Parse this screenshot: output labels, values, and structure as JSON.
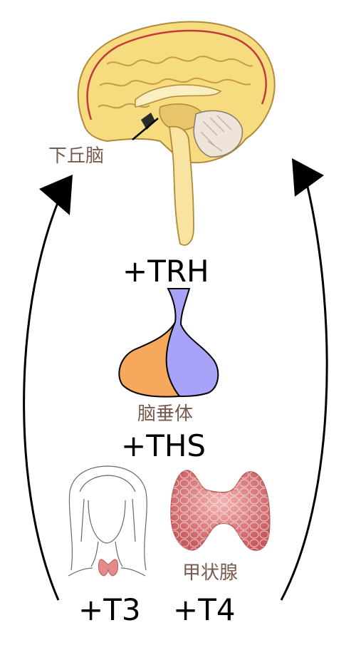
{
  "labels": {
    "hypothalamus": "下丘脑",
    "pituitary": "脑垂体",
    "thyroid": "甲状腺"
  },
  "hormones": {
    "trh": "+TRH",
    "ths": "+THS",
    "t3": "+T3",
    "t4": "+T4"
  },
  "colors": {
    "label_text": "#7a5a4e",
    "brain_tissue": "#f6dc7e",
    "pituitary_anterior": "#f6a85c",
    "pituitary_posterior": "#a8a2f8",
    "thyroid": "#e08a8a",
    "arrow": "#000000"
  },
  "icons": [
    "brain-sagittal-icon",
    "pituitary-gland-icon",
    "head-outline-icon",
    "thyroid-gland-icon"
  ]
}
